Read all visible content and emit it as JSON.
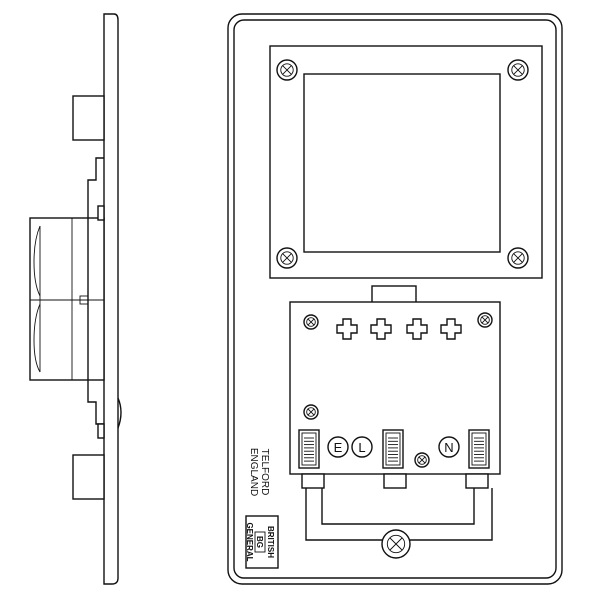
{
  "terminals": {
    "earth": "E",
    "live": "L",
    "neutral": "N"
  },
  "maker": {
    "town": "TELFORD",
    "country": "ENGLAND"
  },
  "logo": {
    "line1": "BRITISH",
    "mark": "BG",
    "line2": "GENERAL"
  }
}
